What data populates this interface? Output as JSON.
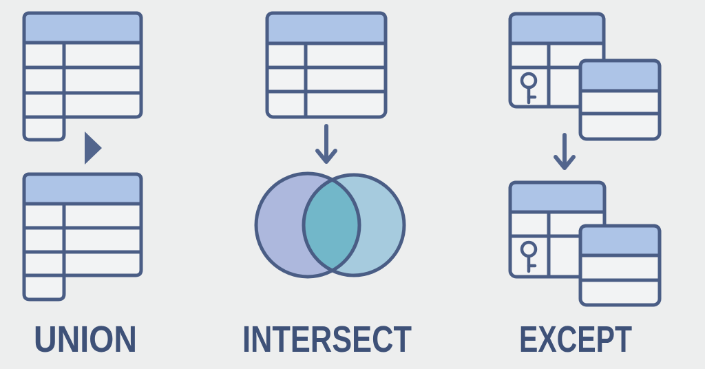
{
  "sections": [
    {
      "id": "union",
      "label": "UNION"
    },
    {
      "id": "intersect",
      "label": "INTERSECT"
    },
    {
      "id": "except",
      "label": "EXCEPT"
    }
  ],
  "icons": {
    "union_operator": "play-triangle",
    "flow_arrow": "arrow-down",
    "primary_key": "key",
    "intersect_visual": "venn-diagram",
    "table_glyph": "database-table"
  },
  "colors": {
    "background": "#edeeee",
    "stroke": "#4a5d85",
    "header_fill": "#adc4e7",
    "cell_fill": "#f2f3f4",
    "venn_left": "#adb8dd",
    "venn_right": "#a6cbde",
    "venn_overlap": "#72b7c9",
    "label": "#3e5178",
    "arrow": "#52658d"
  }
}
